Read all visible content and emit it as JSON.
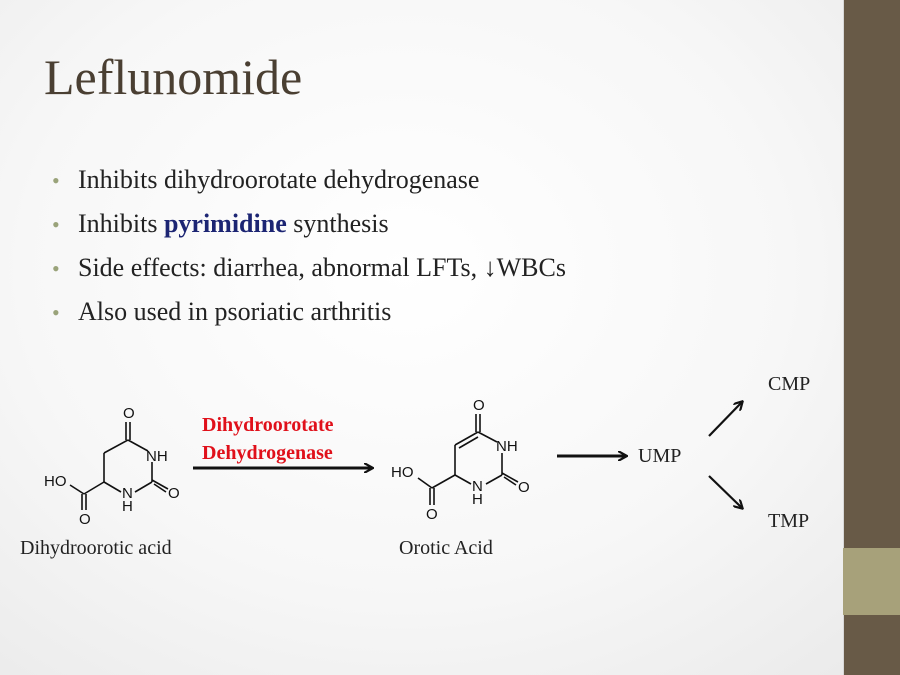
{
  "title": "Leflunomide",
  "bullets": [
    {
      "pre": "Inhibits dihydroorotate dehydrogenase",
      "bold": "",
      "post": ""
    },
    {
      "pre": "Inhibits ",
      "bold": "pyrimidine",
      "post": " synthesis"
    },
    {
      "pre": "Side effects: diarrhea, abnormal LFTs, ↓WBCs",
      "bold": "",
      "post": ""
    },
    {
      "pre": "Also used in psoriatic arthritis",
      "bold": "",
      "post": ""
    }
  ],
  "bullet_glyph": "•",
  "diagram": {
    "enzyme_line1": "Dihydroorotate",
    "enzyme_line2": "Dehydrogenase",
    "substrate": "Dihydroorotic acid",
    "product": "Orotic Acid",
    "ump": "UMP",
    "cmp": "CMP",
    "tmp": "TMP",
    "atoms": {
      "o": "O",
      "nh": "NH",
      "n": "N",
      "h": "H",
      "ho": "HO"
    }
  },
  "colors": {
    "sidebar": "#685a47",
    "band": "#a7a17a",
    "enzyme": "#e0101a",
    "bold": "#1c2573"
  }
}
